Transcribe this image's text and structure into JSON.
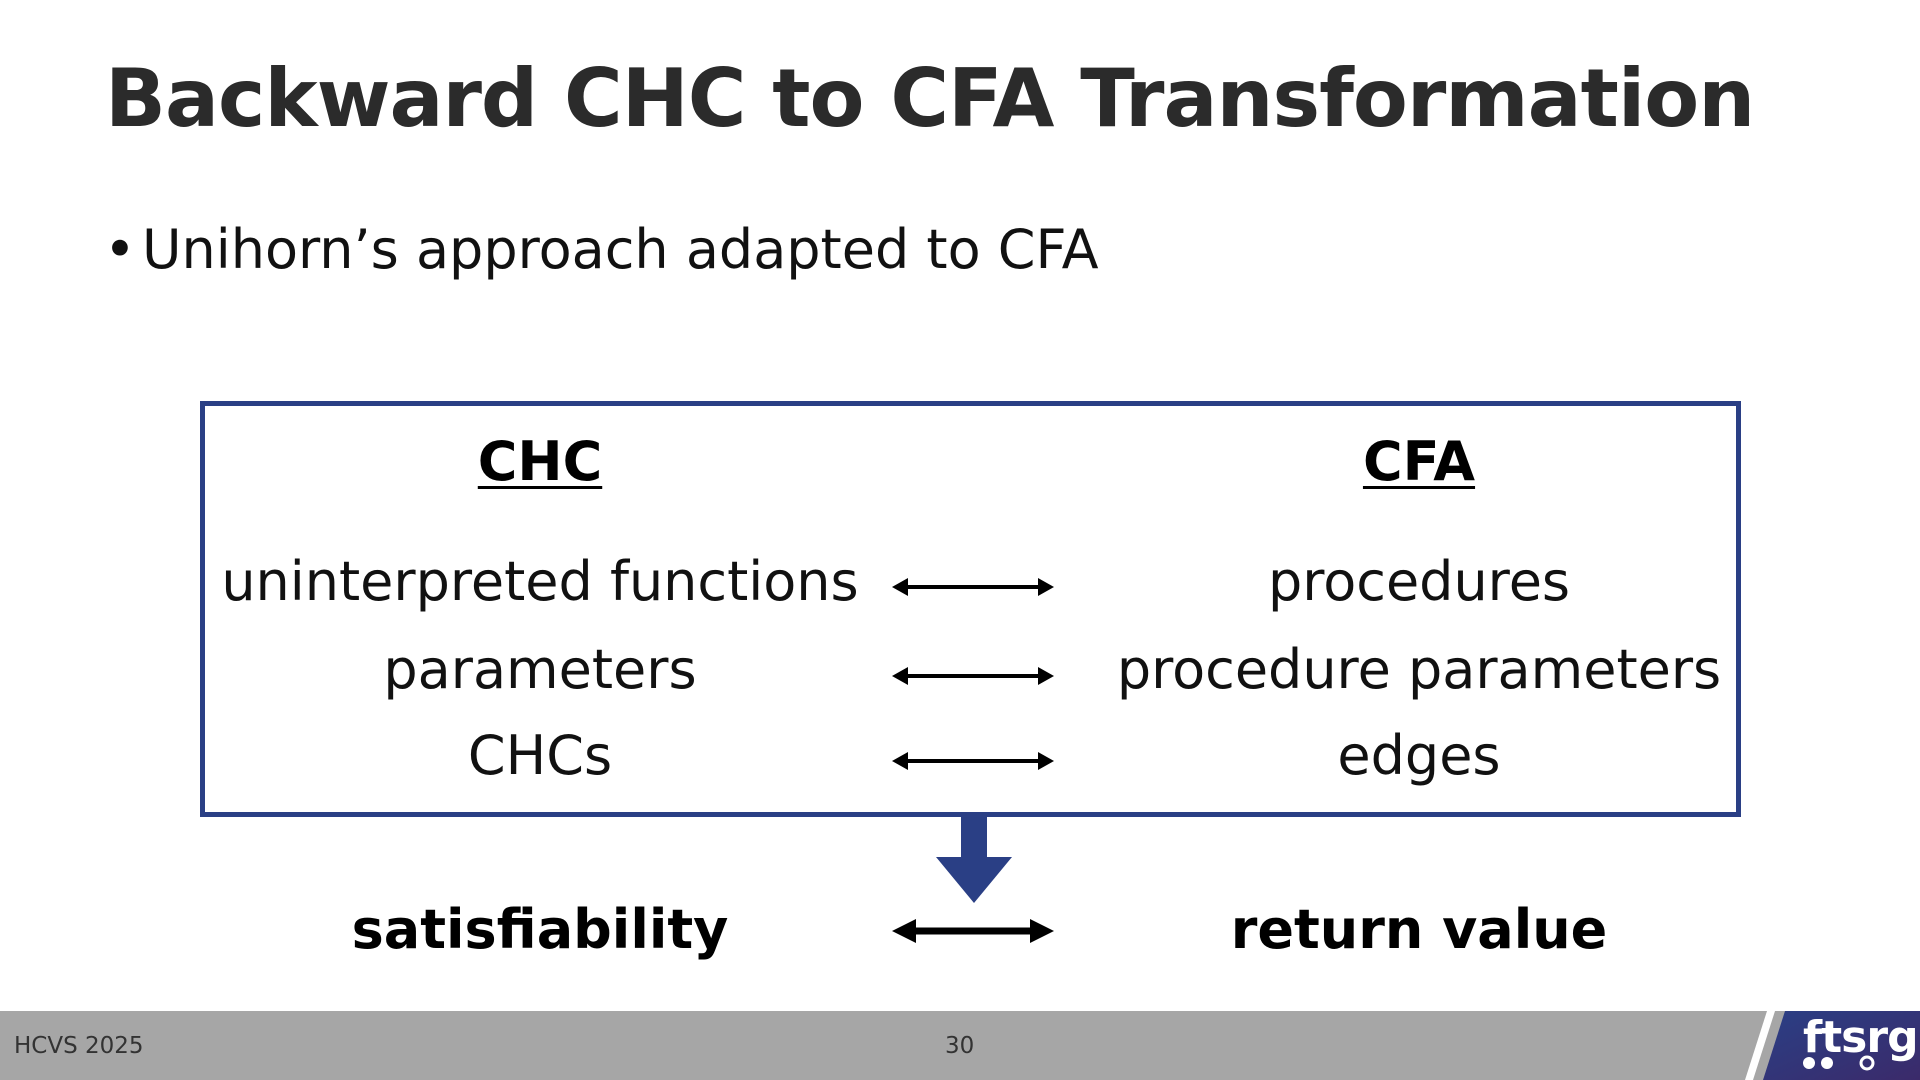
{
  "slide": {
    "title": "Backward CHC to CFA Transformation",
    "bullet": "Unihorn’s approach adapted to CFA"
  },
  "mapping": {
    "left_header": "CHC",
    "right_header": "CFA",
    "rows": [
      {
        "left": "uninterpreted functions",
        "right": "procedures"
      },
      {
        "left": "parameters",
        "right": "procedure parameters"
      },
      {
        "left": "CHCs",
        "right": "edges"
      }
    ],
    "result": {
      "left": "satisfiability",
      "right": "return value"
    }
  },
  "footer": {
    "event": "HCVS 2025",
    "page_number": "30",
    "logo_text": "ftsrg"
  },
  "colors": {
    "box_border": "#2a3f85",
    "footer_bg": "#a6a6a6",
    "logo_bg": "#2a3a7a"
  }
}
